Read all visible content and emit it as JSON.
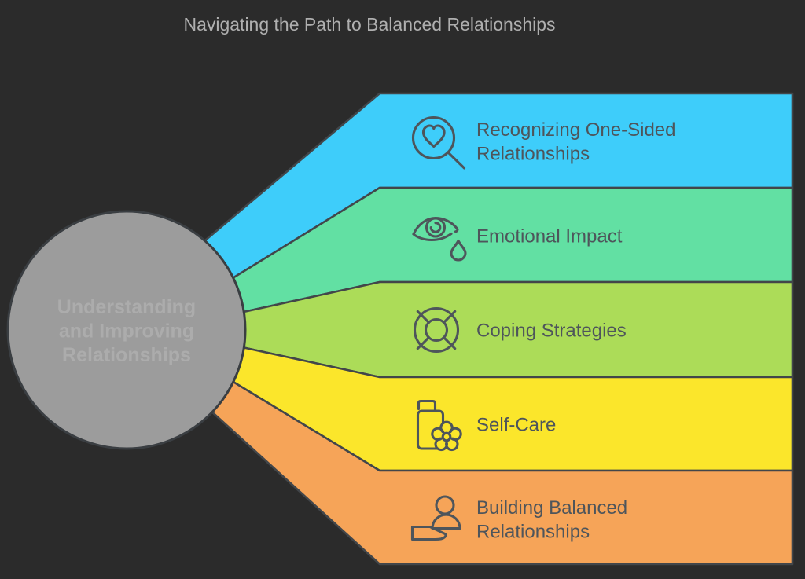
{
  "title": "Navigating the Path to Balanced Relationships",
  "center_node": {
    "label_lines": [
      "Understanding",
      "and Improving",
      "Relationships"
    ],
    "fill": "#9C9C9C",
    "text_color": "#ACACAC"
  },
  "bands": [
    {
      "label_lines": [
        "Recognizing One-Sided",
        "Relationships"
      ],
      "color": "#3ECDFA",
      "icon": "heart-magnifier-icon"
    },
    {
      "label_lines": [
        "Emotional Impact"
      ],
      "color": "#62E0A3",
      "icon": "eye-tear-icon"
    },
    {
      "label_lines": [
        "Coping Strategies"
      ],
      "color": "#ACDC58",
      "icon": "lifebuoy-icon"
    },
    {
      "label_lines": [
        "Self-Care"
      ],
      "color": "#FBE62B",
      "icon": "soap-pump-flower-icon"
    },
    {
      "label_lines": [
        "Building Balanced",
        "Relationships"
      ],
      "color": "#F6A458",
      "icon": "person-hand-icon"
    }
  ],
  "colors": {
    "background": "#2B2B2B",
    "outline": "#42464A",
    "label_text": "#4E555B",
    "title_text": "#AFAFAF",
    "circle_stroke": "#3A3E42"
  }
}
